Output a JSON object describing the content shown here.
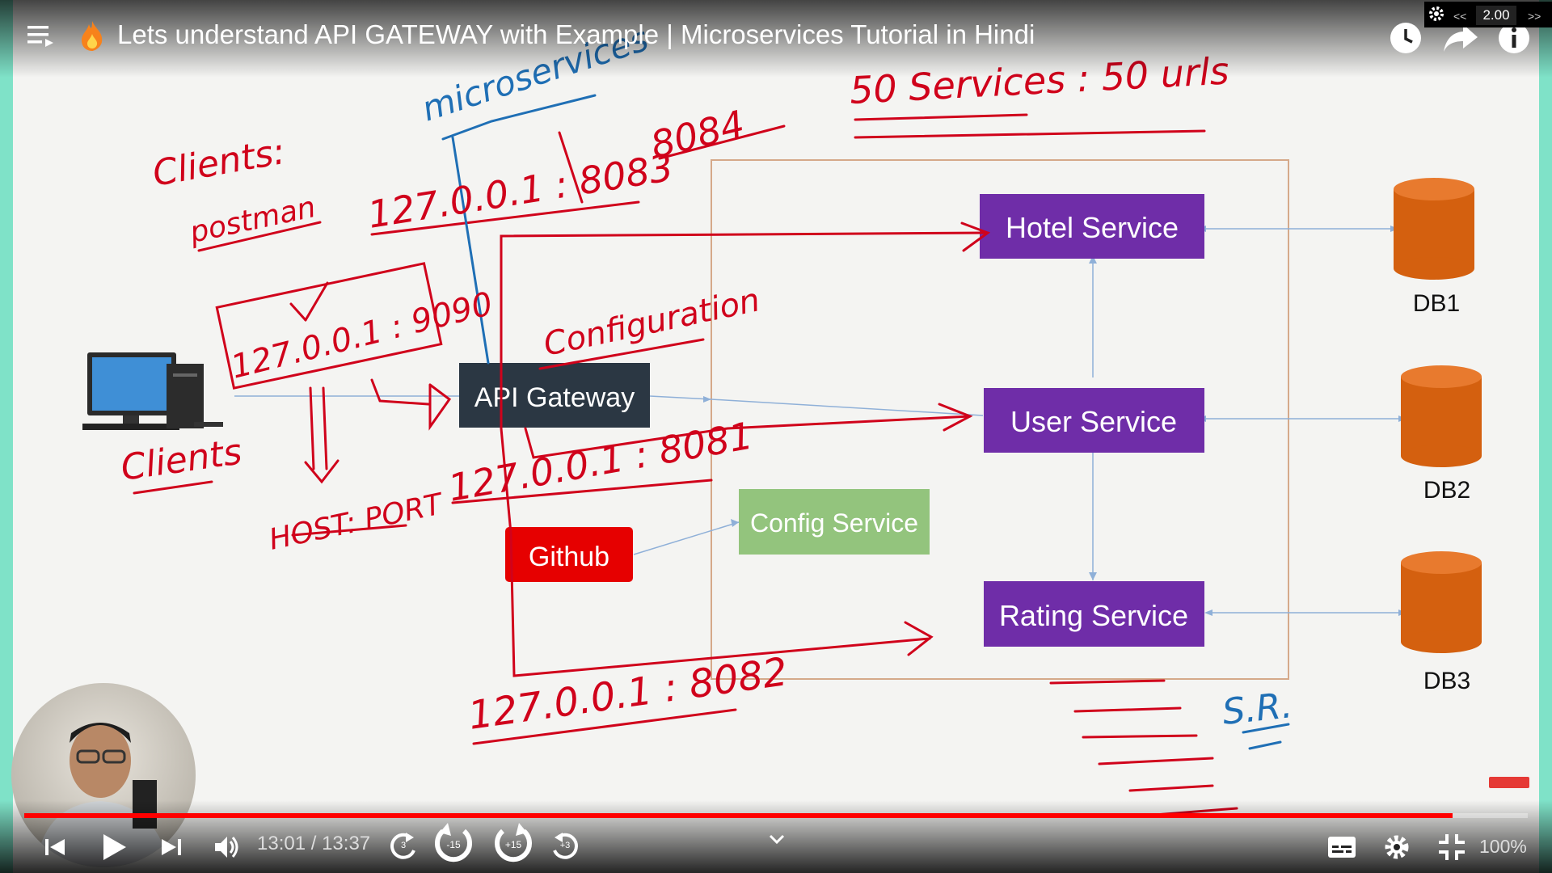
{
  "header": {
    "title": "Lets understand API GATEWAY with Example | Microservices Tutorial in Hindi",
    "speed": "2.00",
    "speed_prev": "<<",
    "speed_next": ">>"
  },
  "icons": {
    "playlist": "playlist-icon",
    "channel": "flame-icon",
    "watch_later": "clock-icon",
    "share": "share-icon",
    "info": "info-icon",
    "settings_top": "gear-icon"
  },
  "diagram": {
    "boxes": {
      "hotel": "Hotel Service",
      "user": "User Service",
      "rating": "Rating Service",
      "config": "Config Service",
      "gateway": "API Gateway",
      "github": "Github"
    },
    "databases": [
      "DB1",
      "DB2",
      "DB3"
    ],
    "colors": {
      "service": "#6f2da8",
      "gateway": "#2b3743",
      "config": "#93c47d",
      "github": "#e60000",
      "database": "#d4600f",
      "ink": "#d0021b",
      "blue_ink": "#1f6fb5"
    },
    "handwriting": {
      "microservices": "microservices",
      "services_urls": "50 Services : 50 urls",
      "clients_postman_1": "Clients:",
      "clients_postman_2": "postman",
      "ip_8083": "127.0.0.1 : 8083",
      "port_8084": "8084",
      "ip_9090": "127.0.0.1 : 9090",
      "configuration": "Configuration",
      "clients": "Clients",
      "host_port": "HOST: PORT",
      "ip_8081": "127.0.0.1 : 8081",
      "ip_8082": "127.0.0.1 : 8082",
      "sr": "S.R."
    }
  },
  "controls": {
    "current_time": "13:01",
    "total_time": "13:37",
    "time_separator": "/",
    "progress": 0.95,
    "rewind_15": "-15",
    "forward_15": "+15",
    "rewind_small": "3",
    "forward_small": "+3",
    "zoom": "100%"
  }
}
